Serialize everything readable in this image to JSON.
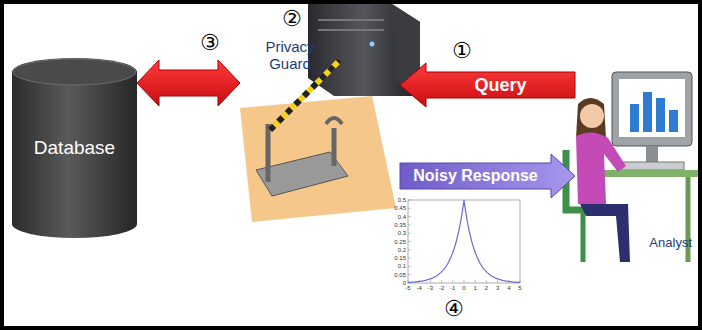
{
  "diagram": {
    "nodes": [
      {
        "text": [
          "Database"
        ]
      },
      {
        "text": [
          "Privacy Guard"
        ]
      },
      {
        "text": [
          "Analyst"
        ]
      }
    ],
    "edges": [
      {
        "from": 0,
        "to": 1,
        "arrow": "both"
      },
      {
        "from": 2,
        "to": 1,
        "label": "Query",
        "arrow": "to"
      },
      {
        "from": 1,
        "to": 2,
        "label": "Noisy Response",
        "arrow": "to"
      }
    ],
    "labels": [
      "②",
      "③",
      "①",
      "④",
      "0.5",
      "0.45",
      "0.4",
      "0.35",
      "0.3",
      "0.25",
      "0.2",
      "0.15",
      "0.1",
      "0.05",
      "0",
      "-5",
      "-4",
      "-3",
      "-2",
      "-1",
      "0",
      "1",
      "2",
      "3",
      "4",
      "5"
    ]
  }
}
